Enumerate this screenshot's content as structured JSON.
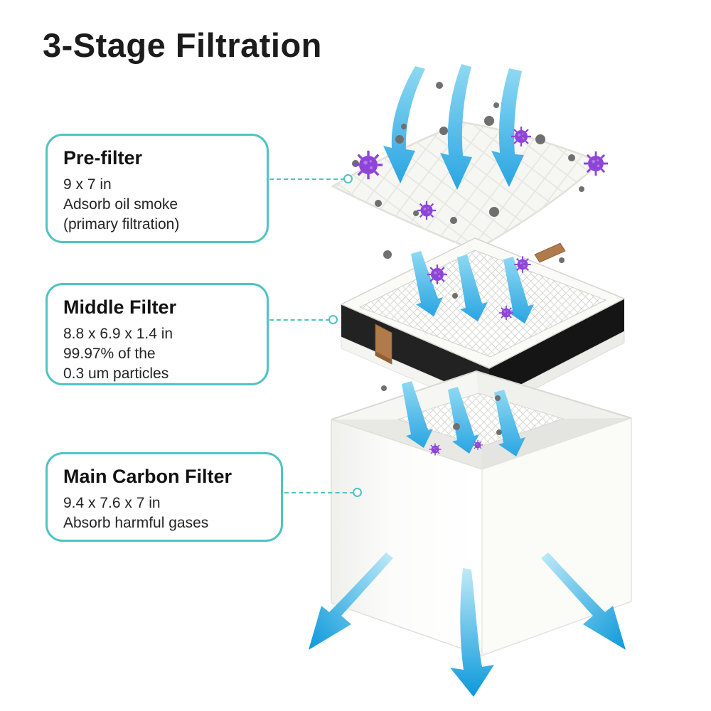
{
  "page": {
    "title": "3-Stage Filtration"
  },
  "callouts": [
    {
      "id": "pre-filter",
      "heading": "Pre-filter",
      "lines": [
        "9 x 7 in",
        "Adsorb oil smoke",
        "(primary filtration)"
      ]
    },
    {
      "id": "middle-filter",
      "heading": "Middle Filter",
      "lines": [
        "8.8 x 6.9 x 1.4 in",
        "99.97% of the",
        "0.3 um particles"
      ]
    },
    {
      "id": "main-carbon-filter",
      "heading": "Main Carbon Filter",
      "lines": [
        "9.4 x 7.6 x 7 in",
        "Absorb harmful gases"
      ]
    }
  ],
  "diagram": {
    "stages": [
      "pre-filter-sheet",
      "middle-hepa-filter",
      "main-carbon-filter-box"
    ],
    "colors": {
      "accent_teal": "#4fc3c4",
      "airflow_blue": "#2aa5e2",
      "airflow_blue_deep": "#0c99da",
      "virus_purple": "#8e44d8",
      "particle_gray": "#6f6f6f",
      "filter_frame_black": "#1d1d1d",
      "pull_tab_tan": "#b17a4b"
    }
  }
}
